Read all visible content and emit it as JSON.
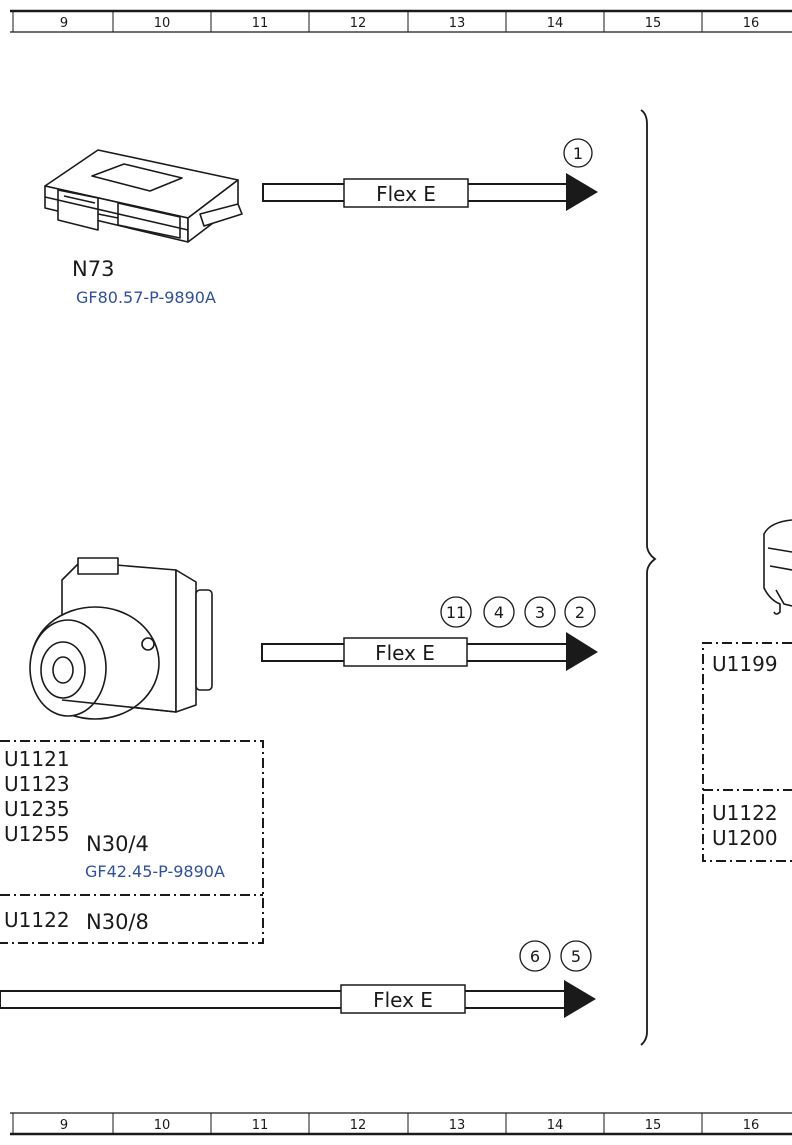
{
  "ruler": {
    "top": [
      "9",
      "10",
      "11",
      "12",
      "13",
      "14",
      "15",
      "16"
    ],
    "bottom": [
      "9",
      "10",
      "11",
      "12",
      "13",
      "14",
      "15",
      "16"
    ]
  },
  "connectors": [
    {
      "label": "Flex E",
      "markers": [
        "1"
      ]
    },
    {
      "label": "Flex E",
      "markers": [
        "11",
        "4",
        "3",
        "2"
      ]
    },
    {
      "label": "Flex E",
      "markers": [
        "6",
        "5"
      ]
    }
  ],
  "components": {
    "n73": {
      "name": "N73",
      "ref": "GF80.57-P-9890A"
    },
    "n30_4": {
      "name": "N30/4",
      "ref": "GF42.45-P-9890A",
      "codes": [
        "U1121",
        "U1123",
        "U1235",
        "U1255"
      ]
    },
    "n30_8": {
      "name": "N30/8",
      "code": "U1122"
    },
    "right_box": {
      "top_code": "U1199",
      "codes": [
        "U1122",
        "U1200"
      ]
    }
  }
}
